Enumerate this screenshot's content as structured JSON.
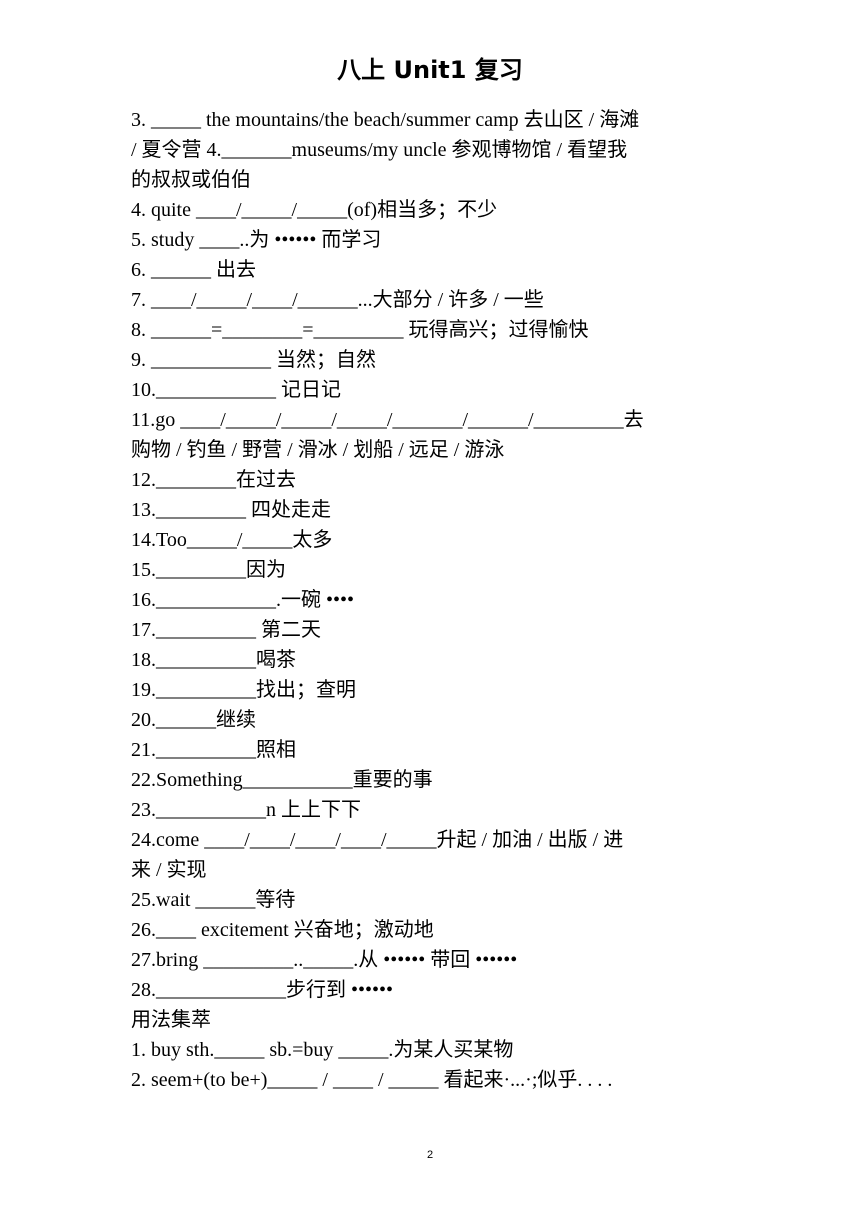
{
  "title": "八上 Unit1 复习",
  "lines": [
    "3. _____ the mountains/the beach/summer camp  去山区 / 海滩",
    " / 夏令营 4._______museums/my uncle 参观博物馆 / 看望我",
    "的叔叔或伯伯",
    "4. quite ____/_____/_____(of)相当多；不少",
    "5. study ____..为 •••••• 而学习",
    "6. ______  出去",
    "7. ____/_____/____/______...大部分 / 许多 / 一些",
    "8. ______=________=_________  玩得高兴；过得愉快",
    "9. ____________  当然；自然",
    "10.____________  记日记",
    "11.go ____/_____/_____/_____/_______/______/_________去",
    "购物 / 钓鱼 / 野营 / 滑冰 / 划船 / 远足 / 游泳",
    "12.________在过去",
    "13._________  四处走走",
    "14.Too_____/_____太多",
    "15._________因为",
    "16.____________.一碗 ••••",
    "17.__________  第二天",
    "18.__________喝茶",
    "19.__________找出；查明",
    "20.______继续",
    "21.__________照相",
    "22.Something___________重要的事",
    "23.___________n 上上下下",
    "24.come ____/____/____/____/_____升起 / 加油 / 出版 / 进",
    "来 / 实现",
    "25.wait ______等待",
    "26.____ excitement 兴奋地；激动地",
    "27.bring _________.._____.从 •••••• 带回 ••••••",
    "28._____________步行到 ••••••",
    "用法集萃",
    "1. buy sth._____ sb.=buy _____.为某人买某物",
    "2. seem+(to be+)_____ / ____ / _____  看起来·...·;似乎. . . ."
  ],
  "page_number": "2"
}
